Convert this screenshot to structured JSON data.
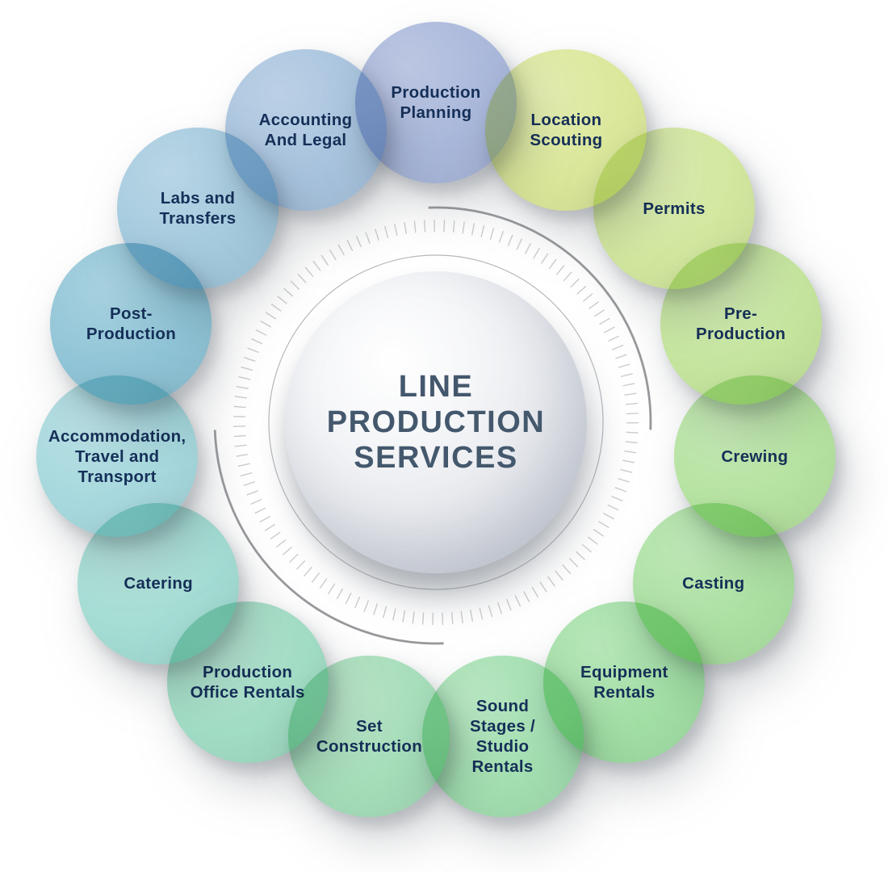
{
  "diagram": {
    "center": {
      "title": "LINE\nPRODUCTION\nSERVICES",
      "title_color": "#44586d"
    },
    "text_color": "#152f58",
    "decor": {
      "arc_color": "#98999c",
      "tick_color": "#cccdd0",
      "inner_ring_color": "#b6b9bd"
    },
    "services": [
      {
        "label": "Production\nPlanning",
        "color": "#a9b7da"
      },
      {
        "label": "Location\nScouting",
        "color": "#dbe79a"
      },
      {
        "label": "Permits",
        "color": "#d2e79e"
      },
      {
        "label": "Pre-\nProduction",
        "color": "#c5e59d"
      },
      {
        "label": "Crewing",
        "color": "#b6e3a1"
      },
      {
        "label": "Casting",
        "color": "#ace1a2"
      },
      {
        "label": "Equipment\nRentals",
        "color": "#a2dfa5"
      },
      {
        "label": "Sound\nStages /\nStudio\nRentals",
        "color": "#a3dfb0"
      },
      {
        "label": "Set\nConstruction",
        "color": "#a5ddb9"
      },
      {
        "label": "Production\nOffice Rentals",
        "color": "#a1dcc4"
      },
      {
        "label": "Catering",
        "color": "#a3dcd3"
      },
      {
        "label": "Accommodation,\nTravel and\nTransport",
        "color": "#a6d8dd"
      },
      {
        "label": "Post-\nProduction",
        "color": "#8fc4d6"
      },
      {
        "label": "Labs and\nTransfers",
        "color": "#a4cade"
      },
      {
        "label": "Accounting\nAnd Legal",
        "color": "#a8c3de"
      }
    ]
  }
}
